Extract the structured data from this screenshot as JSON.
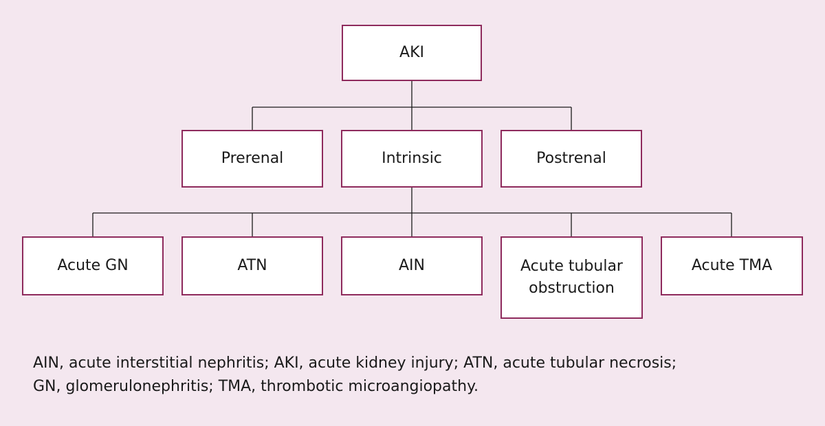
{
  "nodes": {
    "root": "AKI",
    "prerenal": "Prerenal",
    "intrinsic": "Intrinsic",
    "postrenal": "Postrenal",
    "acute_gn": "Acute GN",
    "atn": "ATN",
    "ain": "AIN",
    "acute_tubular_obstruction": [
      "Acute tubular",
      "obstruction"
    ],
    "acute_tma": "Acute TMA"
  },
  "footnote": {
    "line1": "AIN, acute interstitial nephritis; AKI, acute kidney injury; ATN, acute tubular necrosis;",
    "line2": "GN, glomerulonephritis; TMA, thrombotic microangiopathy."
  },
  "colors": {
    "background": "#f4e7ef",
    "box_border": "#8e2a5c",
    "box_fill": "#ffffff",
    "connector": "#1a1a1a"
  }
}
